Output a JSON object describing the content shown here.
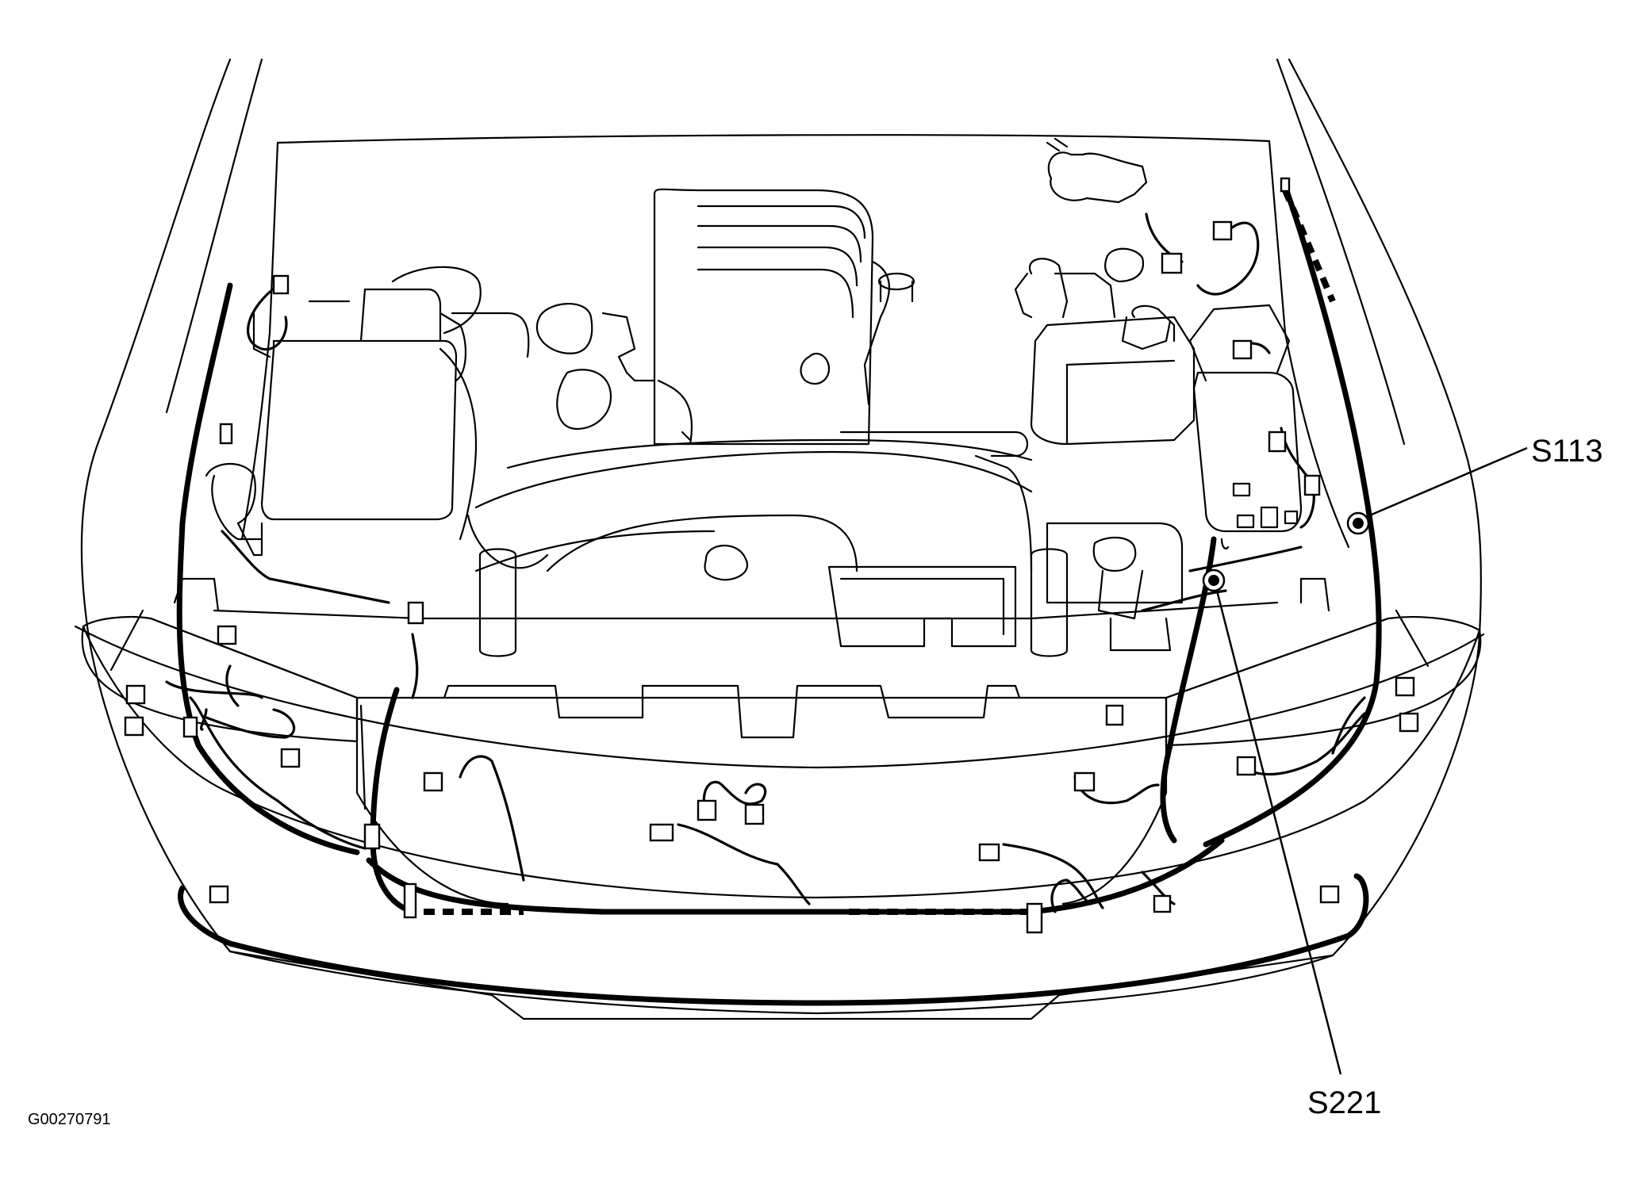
{
  "figure_id": "G00270791",
  "callouts": [
    {
      "label": "S113"
    },
    {
      "label": "S221"
    }
  ],
  "colors": {
    "line": "#000000",
    "background": "#ffffff"
  }
}
